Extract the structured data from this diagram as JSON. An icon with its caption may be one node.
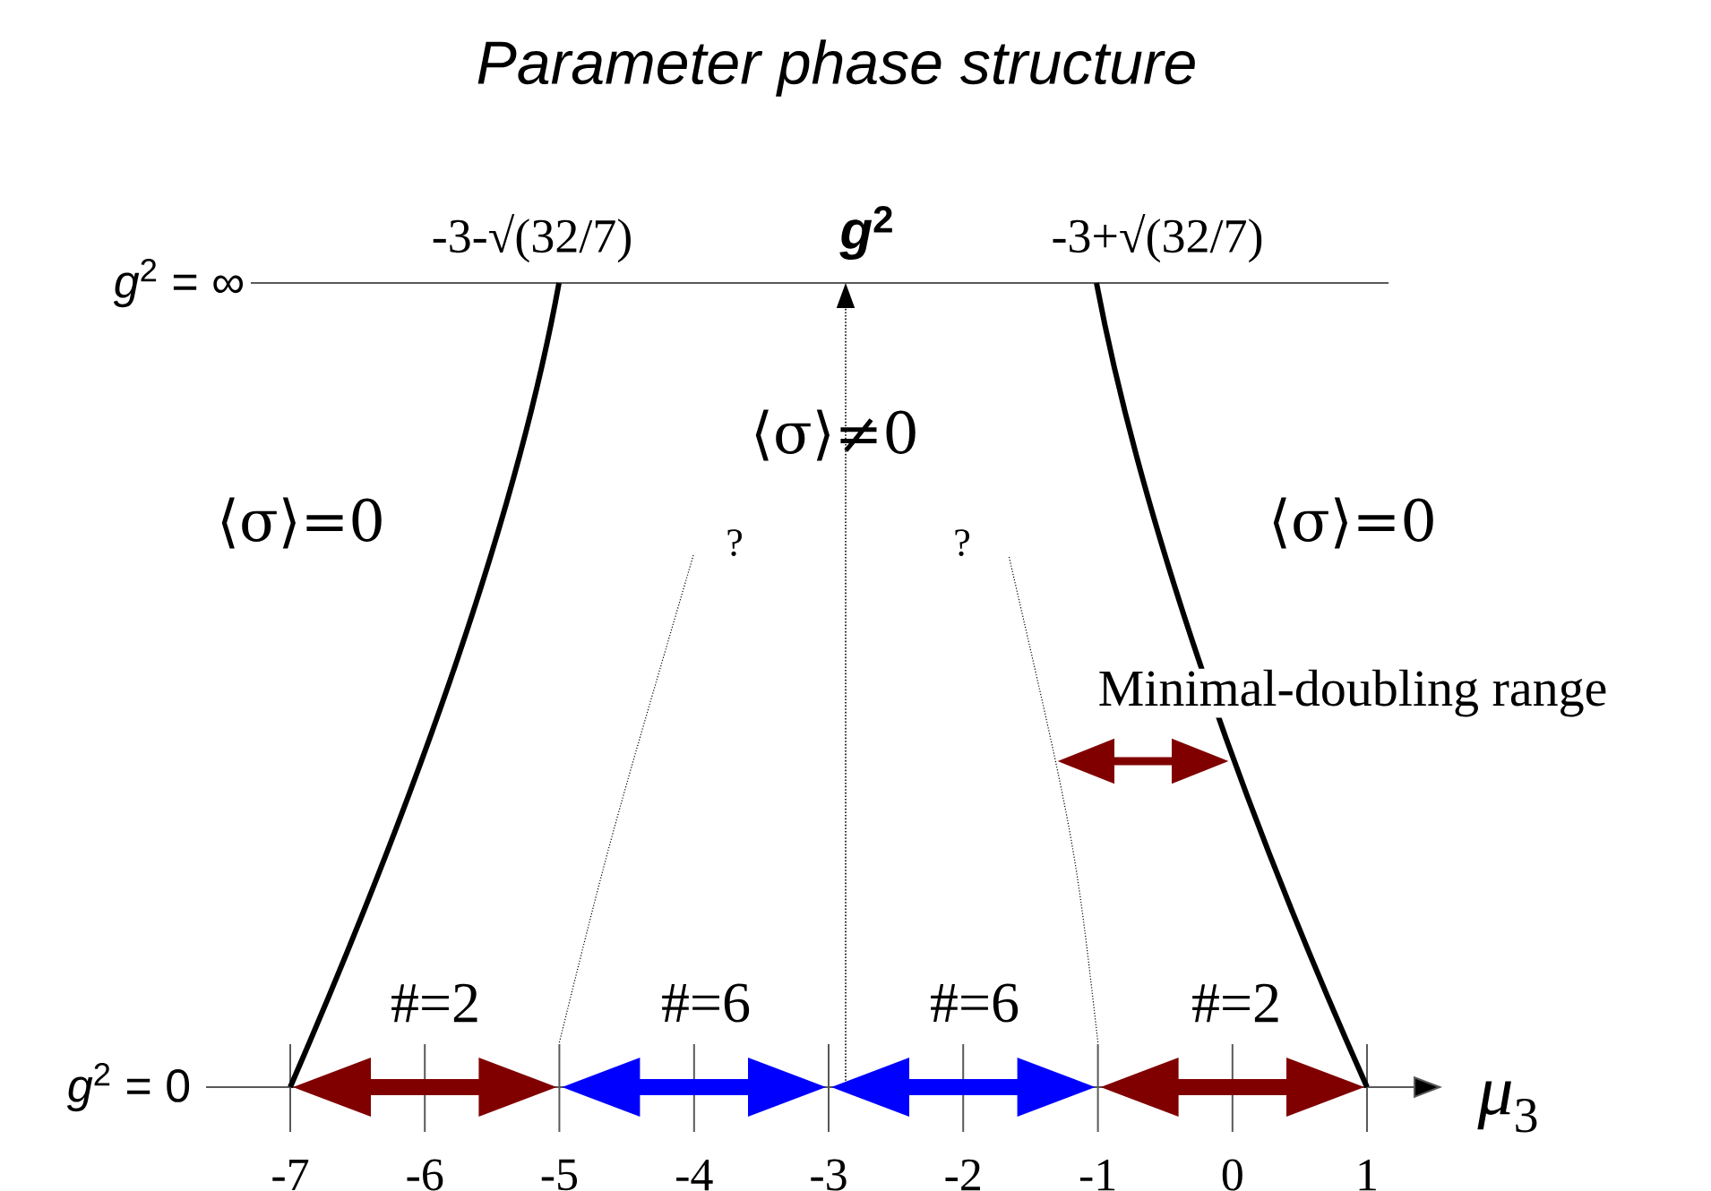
{
  "diagram": {
    "title": "Parameter phase structure",
    "labels": [
      "-3-√(32/7)",
      "*g*$^{2}$",
      "-3+√(32/7)",
      "*g*$^{2}$ = ∞",
      "⟨σ⟩≠0",
      "⟨σ⟩=0",
      "⟨σ⟩=0",
      "?",
      "?",
      "Minimal-doubling range",
      "#=2",
      "#=6",
      "#=6",
      "#=2",
      "*g*$^{2}$ = 0",
      "*μ*$_{3}$",
      "-7",
      "-6",
      "-5",
      "-4",
      "-3",
      "-2",
      "-1",
      "0",
      "1"
    ]
  }
}
